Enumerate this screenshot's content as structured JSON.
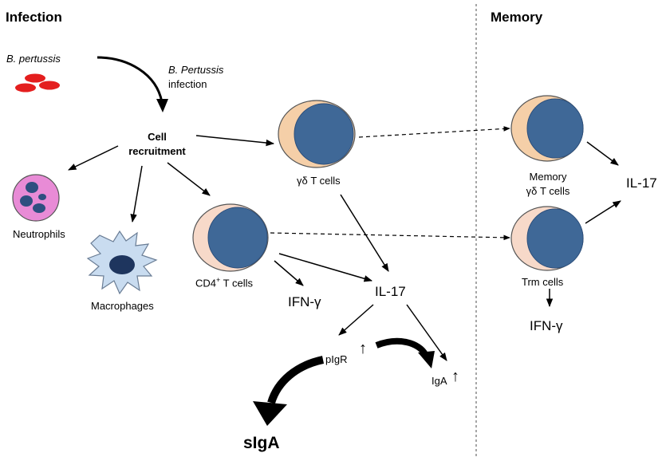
{
  "sections": {
    "infection": "Infection",
    "memory": "Memory"
  },
  "labels": {
    "pathogen": "B. pertussis",
    "infection_line1": "B. Pertussis",
    "infection_line2": "infection",
    "cell_line1": "Cell",
    "cell_line2": "recruitment",
    "neutrophils": "Neutrophils",
    "macrophages": "Macrophages",
    "gd_t_cells": "γδ T cells",
    "cd4_prefix": "CD4",
    "cd4_sup": "+",
    "cd4_suffix": " T cells",
    "ifn_cd4": "IFN-γ",
    "il17_center": "IL-17",
    "pigr": "pIgR",
    "iga": "IgA",
    "up_arrow": "↑",
    "siga": "sIgA",
    "memory_line1": "Memory",
    "memory_line2": "γδ T cells",
    "trm_cells": "Trm cells",
    "il17_memory": "IL-17",
    "ifn_trm": "IFN-γ"
  },
  "colors": {
    "bacteria": "#e41e1e",
    "nucleus": "#3f6897",
    "nucleus_stroke": "#2c4f7c",
    "membrane_gd": "#f5cfa8",
    "membrane_cd4": "#f7d9c9",
    "membrane_memory": "#f7d9c9",
    "neutrophil_body": "#e88bd6",
    "neutrophil_nucleus": "#2e4f80",
    "macrophage_body": "#c9dcf0",
    "macrophage_nucleus": "#1e355e",
    "divider": "#888888"
  },
  "icons": {
    "bacteria": "bacteria-icon",
    "neutrophil": "neutrophil-icon",
    "macrophage": "macrophage-icon",
    "t_cell": "t-cell-icon"
  }
}
